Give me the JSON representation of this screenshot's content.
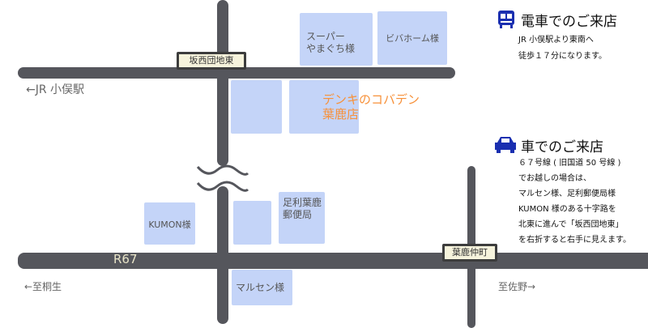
{
  "map": {
    "signs": {
      "north": "坂西団地東",
      "east": "葉鹿仲町"
    },
    "directions": {
      "jr": "←JR 小俣駅",
      "kiryu": "←至桐生",
      "sano": "至佐野→"
    },
    "route": "R67",
    "shop": {
      "name": "デンキのコバデン",
      "branch": "葉鹿店"
    },
    "landmarks": {
      "super": [
        "スーパー",
        "やまぐち様"
      ],
      "viva": "ビバホーム様",
      "kumon": "KUMON様",
      "post": [
        "足利葉鹿",
        "郵便局"
      ],
      "marusen": "マルセン様"
    }
  },
  "train": {
    "title": "電車でのご来店",
    "lines": [
      "JR 小俣駅より東南へ",
      "徒歩１７分になります。"
    ]
  },
  "car": {
    "title": "車でのご来店",
    "lines": [
      "６７号線 ( 旧国道 50 号線 )",
      "でお越しの場合は、",
      "マルセン様、足利郵便局様",
      "KUMON 様のある十字路を",
      "北東に進んで「坂西団地東」",
      "を右折すると右手に見えます。"
    ]
  },
  "colors": {
    "road": "#55565c",
    "block": "#c4d4f8",
    "shop": "#f7913a",
    "icon": "#1a2fb0"
  }
}
